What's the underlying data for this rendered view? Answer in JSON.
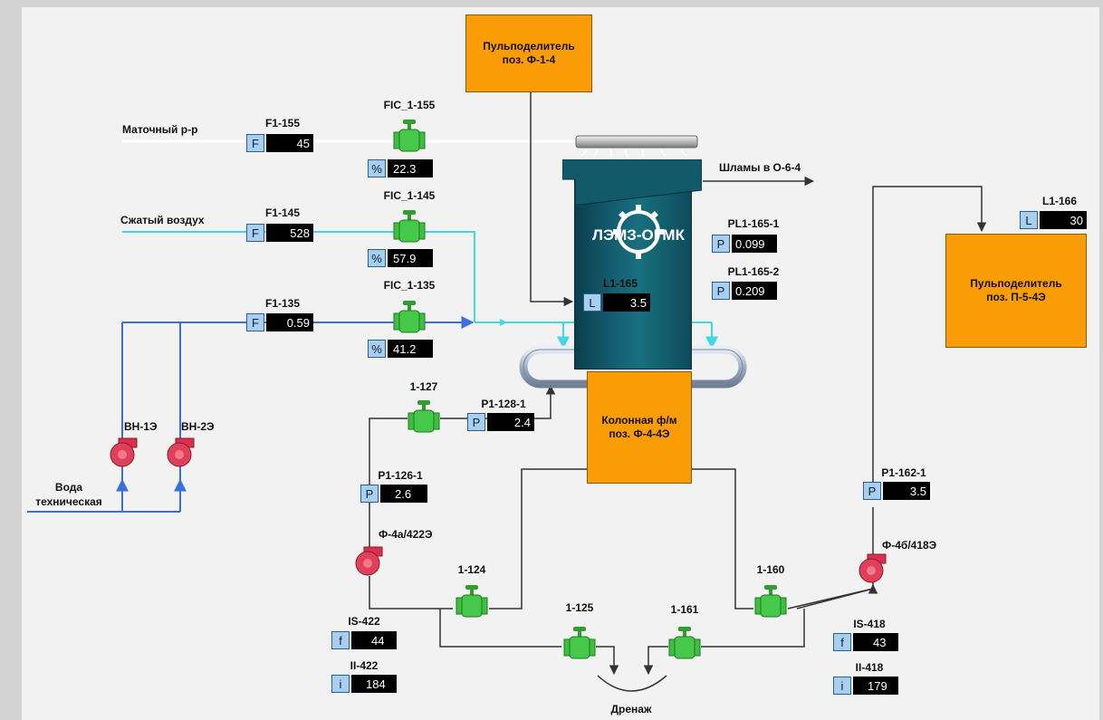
{
  "feeds": {
    "mother_liquor": "Маточный р-р",
    "compressed_air": "Сжатый воздух",
    "process_water": "Вода\nтехническая",
    "sludge_out": "Шламы в О-6-4",
    "drain": "Дренаж"
  },
  "boxes": {
    "distributor_f14": "Пульподелитель\nпоз. Ф-1-4",
    "distributor_p54": "Пульподелитель\nпоз. П-5-4Э",
    "column_fm": "Колонная ф/м\nпоз. Ф-4-4Э"
  },
  "logo": {
    "text": "ЛЭМЗ-ОГМК"
  },
  "tags": {
    "f1_155": {
      "name": "F1-155",
      "key": "F",
      "value": "45"
    },
    "f1_145": {
      "name": "F1-145",
      "key": "F",
      "value": "528"
    },
    "f1_135": {
      "name": "F1-135",
      "key": "F",
      "value": "0.59"
    },
    "fic_155": {
      "name": "FIC_1-155",
      "key": "%",
      "value": "22.3"
    },
    "fic_145": {
      "name": "FIC_1-145",
      "key": "%",
      "value": "57.9"
    },
    "fic_135": {
      "name": "FIC_1-135",
      "key": "%",
      "value": "41.2"
    },
    "l1_165": {
      "name": "L1-165",
      "key": "L",
      "value": "3.5"
    },
    "pl1_165_1": {
      "name": "PL1-165-1",
      "key": "P",
      "value": "0.099"
    },
    "pl1_165_2": {
      "name": "PL1-165-2",
      "key": "P",
      "value": "0.209"
    },
    "l1_166": {
      "name": "L1-166",
      "key": "L",
      "value": "30"
    },
    "p1_128_1": {
      "name": "P1-128-1",
      "key": "P",
      "value": "2.4"
    },
    "p1_126_1": {
      "name": "P1-126-1",
      "key": "P",
      "value": "2.6"
    },
    "p1_162_1": {
      "name": "P1-162-1",
      "key": "P",
      "value": "3.5"
    },
    "is_422": {
      "name": "IS-422",
      "key": "f",
      "value": "44"
    },
    "ii_422": {
      "name": "II-422",
      "key": "i",
      "value": "184"
    },
    "is_418": {
      "name": "IS-418",
      "key": "f",
      "value": "43"
    },
    "ii_418": {
      "name": "II-418",
      "key": "i",
      "value": "179"
    }
  },
  "valves": {
    "v_127": "1-127",
    "v_124": "1-124",
    "v_125": "1-125",
    "v_161": "1-161",
    "v_160": "1-160"
  },
  "pumps": {
    "vn_1e": "ВН-1Э",
    "vn_2e": "ВН-2Э",
    "f4a": "Ф-4а/422Э",
    "f4b": "Ф-4б/418Э"
  },
  "colors": {
    "water": "#3b6fe0",
    "air": "#3fd8e8",
    "liquor": "#ffffff",
    "pipe": "#333333",
    "vessel": "#f99c06",
    "valve": "#3fbf3f",
    "pump": "#e0405a"
  }
}
